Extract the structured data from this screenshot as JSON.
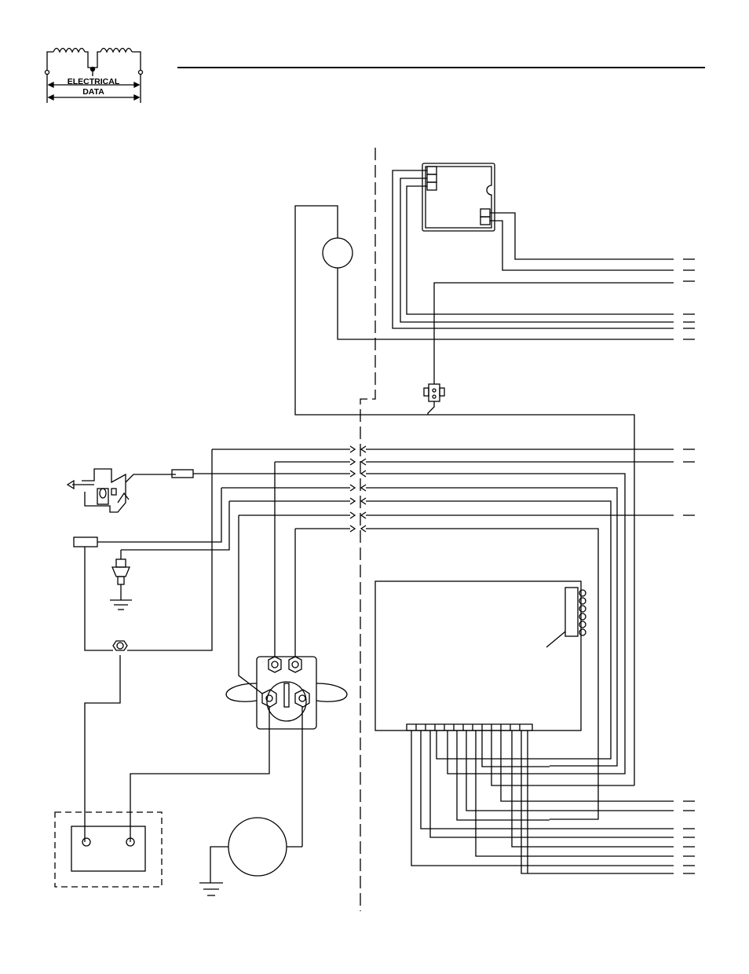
{
  "header": {
    "logo_line1": "ELECTRICAL",
    "logo_line2": "DATA"
  },
  "colors": {
    "ink": "#000000",
    "paper": "#ffffff"
  },
  "diagram": {
    "type": "wiring-schematic",
    "components": [
      "logo-coil-icon",
      "control-module",
      "motor-circle",
      "terminal-block",
      "wire-connectors",
      "actuator-switch",
      "inline-fuse",
      "relay-block",
      "sensor",
      "ground-symbol",
      "junction-nut",
      "starter-solenoid",
      "controller-board",
      "battery",
      "starter-motor"
    ]
  }
}
